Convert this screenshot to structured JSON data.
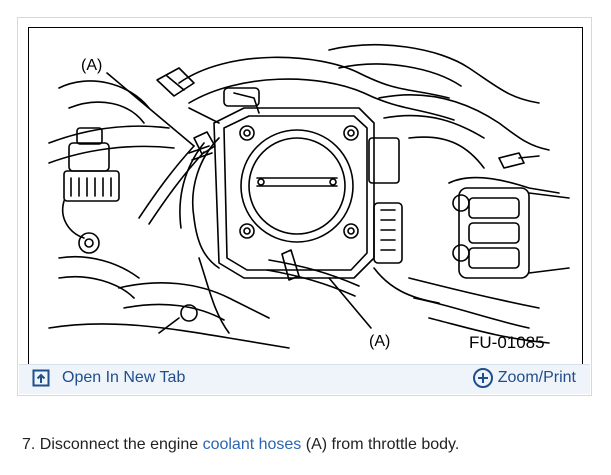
{
  "figure": {
    "callout_top": "(A)",
    "callout_bottom": "(A)",
    "figure_code": "FU-01085"
  },
  "toolbar": {
    "open_tab_label": "Open In New Tab",
    "zoom_print_label": "Zoom/Print",
    "open_tab_icon": "open-in-new-tab-icon",
    "zoom_icon": "zoom-plus-icon",
    "link_color": "#1f4e8c"
  },
  "instruction": {
    "prefix": "7. Disconnect the engine ",
    "link_text": "coolant hoses",
    "suffix": " (A) from throttle body."
  }
}
